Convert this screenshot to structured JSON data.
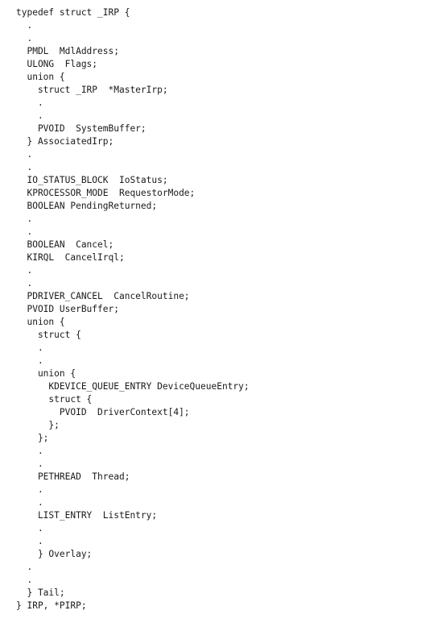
{
  "code": {
    "lines": [
      "typedef struct _IRP {",
      "  .",
      "  .",
      "  PMDL  MdlAddress;",
      "  ULONG  Flags;",
      "  union {",
      "    struct _IRP  *MasterIrp;",
      "    .",
      "    .",
      "    PVOID  SystemBuffer;",
      "  } AssociatedIrp;",
      "  .",
      "  .",
      "  IO_STATUS_BLOCK  IoStatus;",
      "  KPROCESSOR_MODE  RequestorMode;",
      "  BOOLEAN PendingReturned;",
      "  .",
      "  .",
      "  BOOLEAN  Cancel;",
      "  KIRQL  CancelIrql;",
      "  .",
      "  .",
      "  PDRIVER_CANCEL  CancelRoutine;",
      "  PVOID UserBuffer;",
      "  union {",
      "    struct {",
      "    .",
      "    .",
      "    union {",
      "      KDEVICE_QUEUE_ENTRY DeviceQueueEntry;",
      "      struct {",
      "        PVOID  DriverContext[4];",
      "      };",
      "    };",
      "    .",
      "    .",
      "    PETHREAD  Thread;",
      "    .",
      "    .",
      "    LIST_ENTRY  ListEntry;",
      "    .",
      "    .",
      "    } Overlay;",
      "  .",
      "  .",
      "  } Tail;",
      "} IRP, *PIRP;"
    ]
  }
}
